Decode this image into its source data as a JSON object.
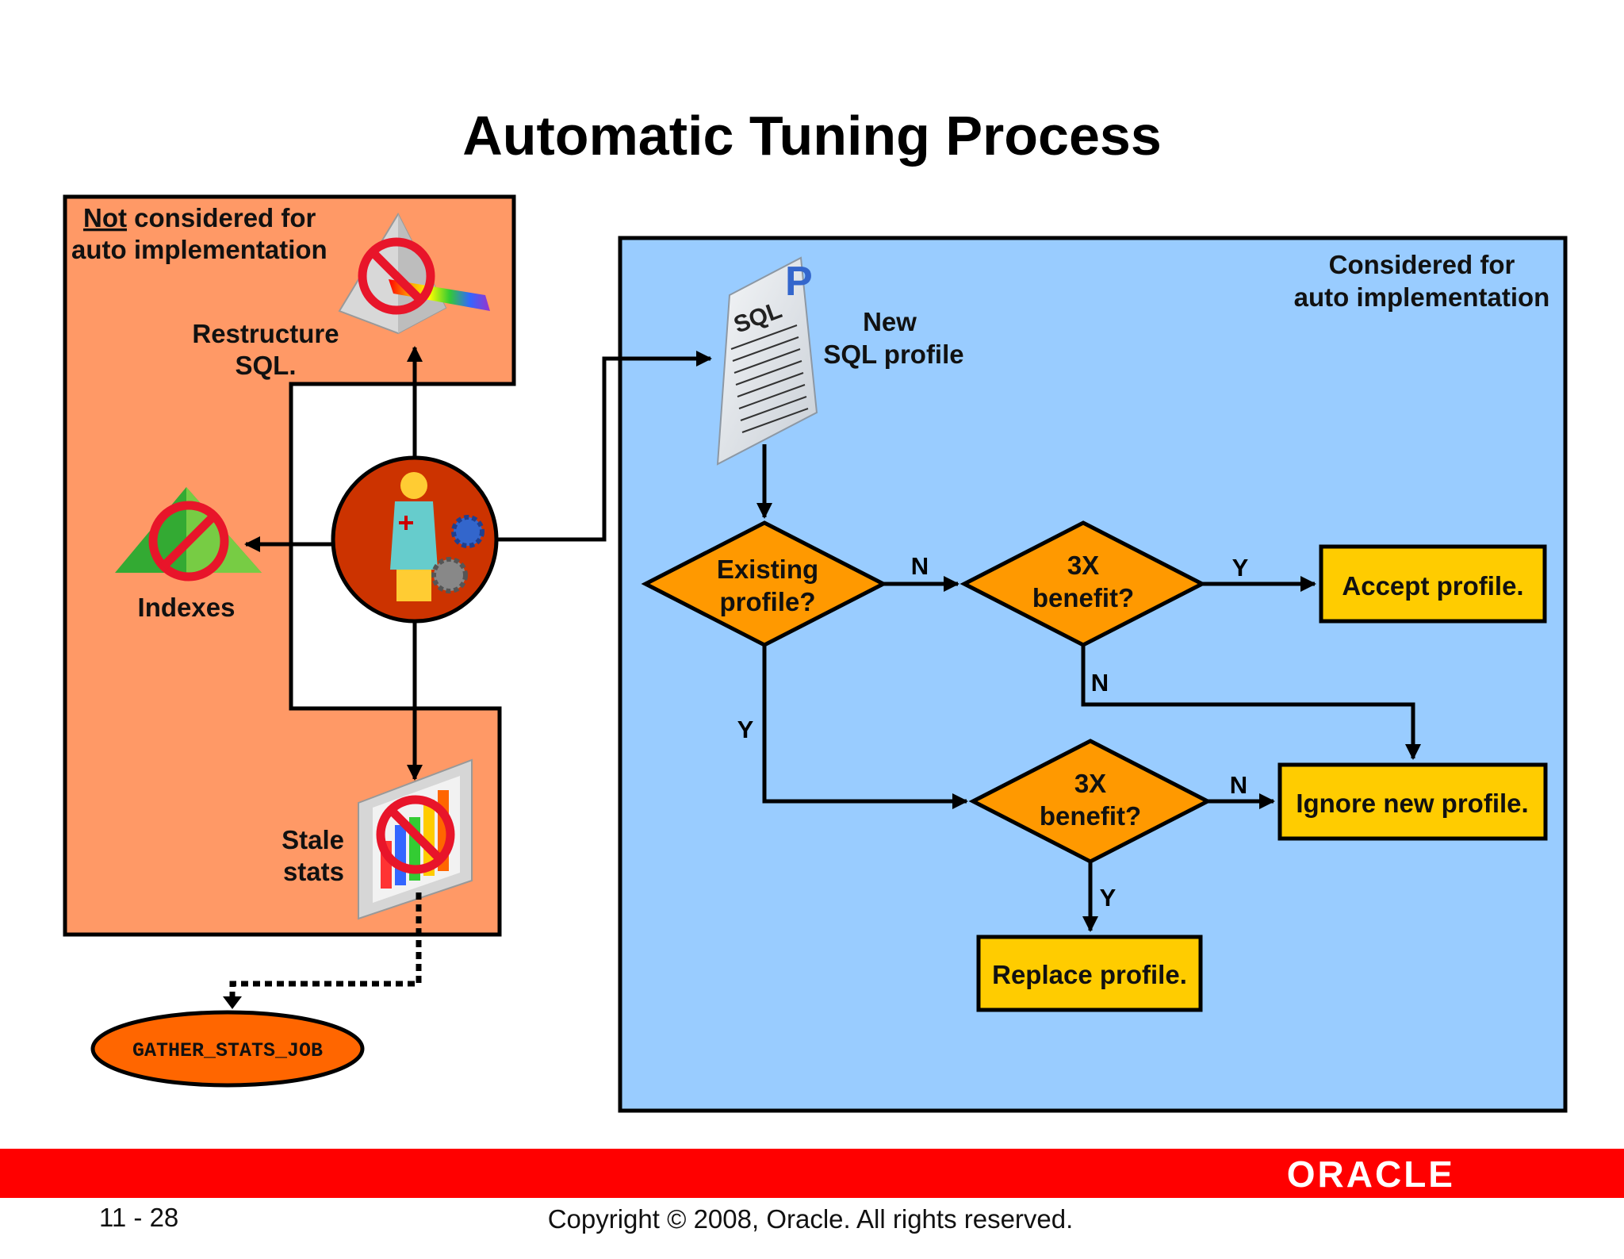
{
  "title": "Automatic Tuning Process",
  "left_panel": {
    "heading_underlined": "Not",
    "heading_rest": " considered for",
    "heading_line2": "auto implementation",
    "restructure_line1": "Restructure",
    "restructure_line2": "SQL.",
    "indexes": "Indexes",
    "stale_line1": "Stale",
    "stale_line2": "stats"
  },
  "gather_job": "GATHER_STATS_JOB",
  "right_panel": {
    "heading_line1": "Considered for",
    "heading_line2": "auto implementation",
    "new_profile_line1": "New",
    "new_profile_line2": "SQL profile",
    "sql_icon_text": "SQL",
    "p_icon_text": "P"
  },
  "flow": {
    "existing_line1": "Existing",
    "existing_line2": "profile?",
    "benefit1_line1": "3X",
    "benefit1_line2": "benefit?",
    "benefit2_line1": "3X",
    "benefit2_line2": "benefit?",
    "accept": "Accept profile.",
    "ignore": "Ignore new profile.",
    "replace": "Replace profile.",
    "n1": "N",
    "y1": "Y",
    "n2": "N",
    "y2": "Y",
    "n3": "N",
    "y3": "Y"
  },
  "footer": {
    "page": "11 - 28",
    "copyright": "Copyright © 2008, Oracle. All rights reserved.",
    "logo": "ORACLE"
  },
  "colors": {
    "left_panel": "#FF9966",
    "right_panel": "#99CCFF",
    "decision": "#FF9900",
    "result_box": "#FFCC00",
    "footer_bar": "#FF0000",
    "job_ellipse": "#FF6600",
    "circle": "#CC3300"
  }
}
